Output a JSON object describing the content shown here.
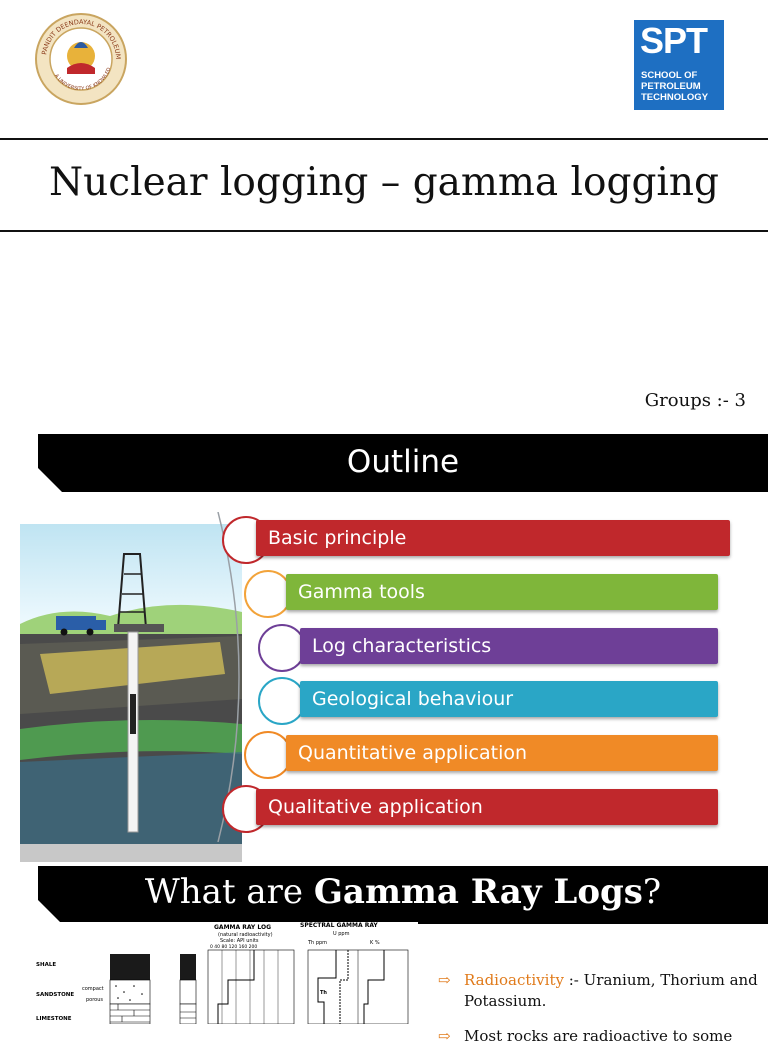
{
  "slide1": {
    "title": "Nuclear logging – gamma logging",
    "groups": "Groups :- 3",
    "seal_text": "PANDIT DEENDAYAL PETROLEUM UNIVERSITY",
    "seal_motto": "A UNIVERSITY OF KNOWLEDGE",
    "spt_logo": {
      "abbr": "SPT",
      "line1": "SCHOOL OF",
      "line2": "PETROLEUM",
      "line3": "TECHNOLOGY",
      "color": "#1e6fc2"
    }
  },
  "slide2": {
    "title": "Outline",
    "items": [
      {
        "label": "Basic principle",
        "color": "#c0282c",
        "ring": "#c0282c"
      },
      {
        "label": "Gamma tools",
        "color": "#7fb63a",
        "ring": "#f2a33a"
      },
      {
        "label": "Log characteristics",
        "color": "#6e3f97",
        "ring": "#6e3f97"
      },
      {
        "label": "Geological behaviour",
        "color": "#2aa6c6",
        "ring": "#2aa6c6"
      },
      {
        "label": "Quantitative application",
        "color": "#f08a26",
        "ring": "#f08a26"
      },
      {
        "label": "Qualitative application",
        "color": "#c0282c",
        "ring": "#c0282c"
      }
    ]
  },
  "slide3": {
    "title_pre": "What are ",
    "title_bold": "Gamma Ray Logs",
    "title_post": "?",
    "figure": {
      "gr_title": "GAMMA RAY LOG",
      "gr_sub": "(natural radioactivity)",
      "gr_scale": "Scale: API units",
      "gr_ticks": "0   40   80  120  160  200",
      "sgr_title": "SPECTRAL GAMMA RAY",
      "sgr_u": "U ppm",
      "sgr_th": "Th ppm",
      "sgr_k": "K %",
      "th_mark": "Th",
      "rows": [
        "SHALE",
        "SANDSTONE",
        "LIMESTONE"
      ],
      "compact": "compact",
      "porous": "porous"
    },
    "bullets": [
      {
        "highlight": "Radioactivity",
        "text": " :- Uranium, Thorium and Potassium."
      },
      {
        "highlight": "",
        "text": "Most rocks are radioactive to some"
      }
    ]
  }
}
